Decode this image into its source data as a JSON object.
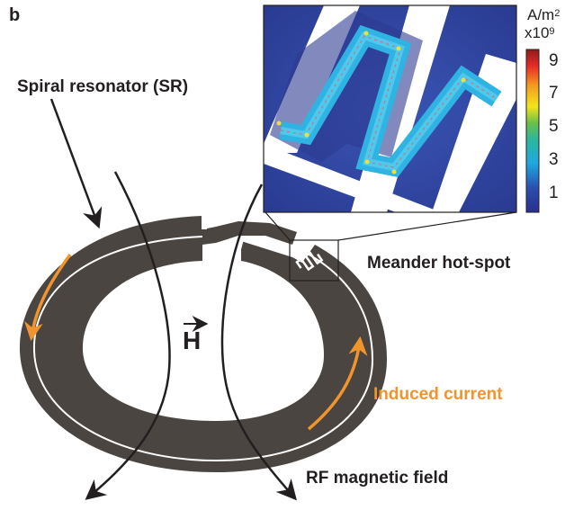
{
  "figure": {
    "panel_label": "b",
    "labels": {
      "spiral_resonator": "Spiral resonator (SR)",
      "meander_hotspot": "Meander hot-spot",
      "induced_current": "Induced current",
      "rf_field": "RF magnetic field",
      "h_field_symbol": "H"
    },
    "colorbar": {
      "unit": "A/m",
      "unit_exponent": "2",
      "scale_prefix": "x10",
      "scale_exponent": "9",
      "ticks": [
        "9",
        "7",
        "5",
        "3",
        "1"
      ],
      "min": 0,
      "max": 10
    },
    "colors": {
      "resonator": "#4a4540",
      "current_arrow": "#f0942e",
      "field_lines": "#231f20",
      "inset_background": "#2d3a91",
      "meander_field": "#2fb3e3"
    }
  }
}
